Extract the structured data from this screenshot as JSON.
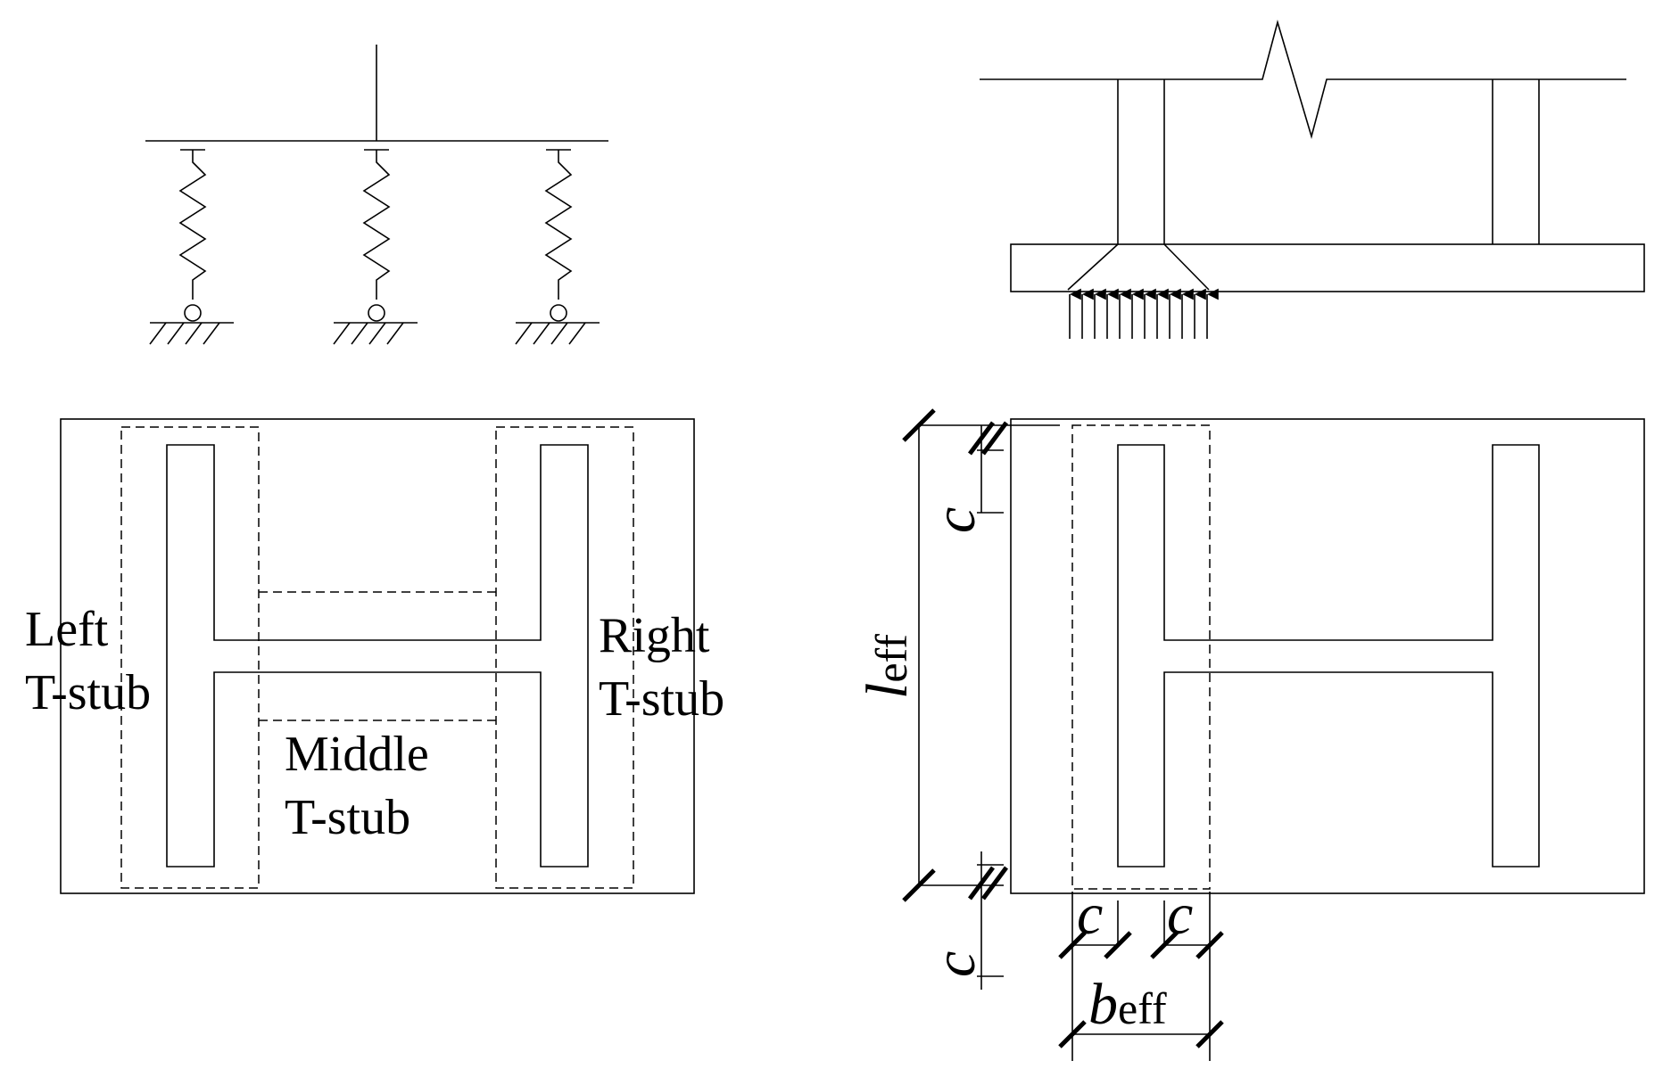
{
  "labels": {
    "left_tstub": [
      "Left",
      "T-stub"
    ],
    "right_tstub": [
      "Right",
      "T-stub"
    ],
    "middle_tstub": [
      "Middle",
      "T-stub"
    ]
  },
  "symbols": {
    "c": "c",
    "l": "l",
    "b": "b",
    "eff": "eff"
  }
}
